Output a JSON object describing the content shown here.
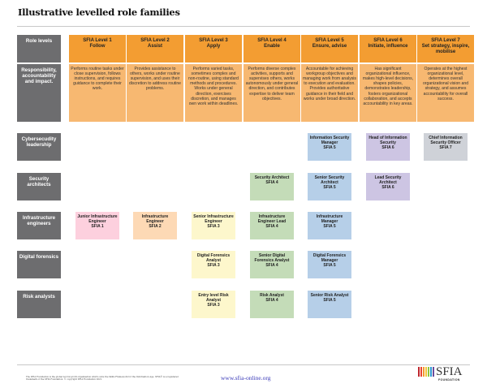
{
  "title": "Illustrative levelled role families",
  "row_labels": {
    "levels": "Role levels",
    "responsibility": "Responsibility, accountability and impact."
  },
  "levels": [
    {
      "name": "SFIA Level 1",
      "sub": "Follow",
      "desc": "Performs routine tasks under close supervision, follows instructions, and requires guidance to complete their work."
    },
    {
      "name": "SFIA Level 2",
      "sub": "Assist",
      "desc": "Provides assistance to others, works under routine supervision, and uses their discretion to address routine problems."
    },
    {
      "name": "SFIA Level 3",
      "sub": "Apply",
      "desc": "Performs varied tasks, sometimes complex and non-routine, using standard methods and procedures. Works under general direction, exercises discretion, and manages own work within deadlines."
    },
    {
      "name": "SFIA Level 4",
      "sub": "Enable",
      "desc": "Performs diverse complex activities, supports and supervises others, works autonomously under general direction, and contributes expertise to deliver team objectives."
    },
    {
      "name": "SFIA Level 5",
      "sub": "Ensure, advise",
      "desc": "Accountable for achieving workgroup objectives and managing work from analysis to execution and evaluation. Provides authoritative guidance in their field and works under broad direction."
    },
    {
      "name": "SFIA Level 6",
      "sub": "Initiate, influence",
      "desc": "Has significant organizational influence, makes high-level decisions, shapes policies, demonstrates leadership, fosters organizational collaboration, and accepts accountability in key areas."
    },
    {
      "name": "SFIA Level 7",
      "sub": "Set strategy, inspire, mobilise",
      "desc": "Operates at the highest organizational level, determines overall organizational vision and strategy, and assumes accountability for overall success."
    }
  ],
  "families": [
    {
      "name": "Cybersecudity leadership",
      "roles": [
        {
          "level": 5,
          "title": "Information Security Manager",
          "sfia": "SFIA 5"
        },
        {
          "level": 6,
          "title": "Head of Information Security",
          "sfia": "SFIA 6"
        },
        {
          "level": 7,
          "title": "Chief Information Security Officer",
          "sfia": "SFIA 7"
        }
      ]
    },
    {
      "name": "Security architects",
      "roles": [
        {
          "level": 4,
          "title": "Security Architect",
          "sfia": "SFIA 4"
        },
        {
          "level": 5,
          "title": "Senior Security Architect",
          "sfia": "SFIA 5"
        },
        {
          "level": 6,
          "title": "Lead Security Architect",
          "sfia": "SFIA 6"
        }
      ]
    },
    {
      "name": "Infrastructure engineers",
      "roles": [
        {
          "level": 1,
          "title": "Junior Infrastructure Engineer",
          "sfia": "SFIA 1"
        },
        {
          "level": 2,
          "title": "Infrastructure Engineer",
          "sfia": "SFIA 2"
        },
        {
          "level": 3,
          "title": "Senior Infrastructure Engineer",
          "sfia": "SFIA 3"
        },
        {
          "level": 4,
          "title": "Infrastructure Engineer Lead",
          "sfia": "SFIA 4"
        },
        {
          "level": 5,
          "title": "Infrastructure Manager",
          "sfia": "SFIA 5"
        }
      ]
    },
    {
      "name": "Digital forensics",
      "roles": [
        {
          "level": 3,
          "title": "Digital Forensics Analyst",
          "sfia": "SFIA 3"
        },
        {
          "level": 4,
          "title": "Senior Digital Forensics Analyst",
          "sfia": "SFIA 4"
        },
        {
          "level": 5,
          "title": "Digital Forensics Manager",
          "sfia": "SFIA 5"
        }
      ]
    },
    {
      "name": "Risk analysts",
      "roles": [
        {
          "level": 3,
          "title": "Entry level Risk Analyst",
          "sfia": "SFIA 3"
        },
        {
          "level": 4,
          "title": "Risk Analyst",
          "sfia": "SFIA 4"
        },
        {
          "level": 5,
          "title": "Senior Risk Analyst",
          "sfia": "SFIA 5"
        }
      ]
    }
  ],
  "footer": {
    "note": "The SFIA Foundation is the global not-for-profit organisation which owns the Skills Framework for the Information Age. SFIA® is a registered trademark of the SFIA Foundation. © copyright SFIA Foundation 2021.",
    "url": "www.sfia-online.org",
    "logo": "SFIA",
    "logo_sub": "FOUNDATION"
  },
  "colors": {
    "logo_bars": [
      "#c0272d",
      "#e8442e",
      "#f39d32",
      "#f6c53b",
      "#8dc63f",
      "#2e9ad0",
      "#6a4c9c"
    ]
  }
}
